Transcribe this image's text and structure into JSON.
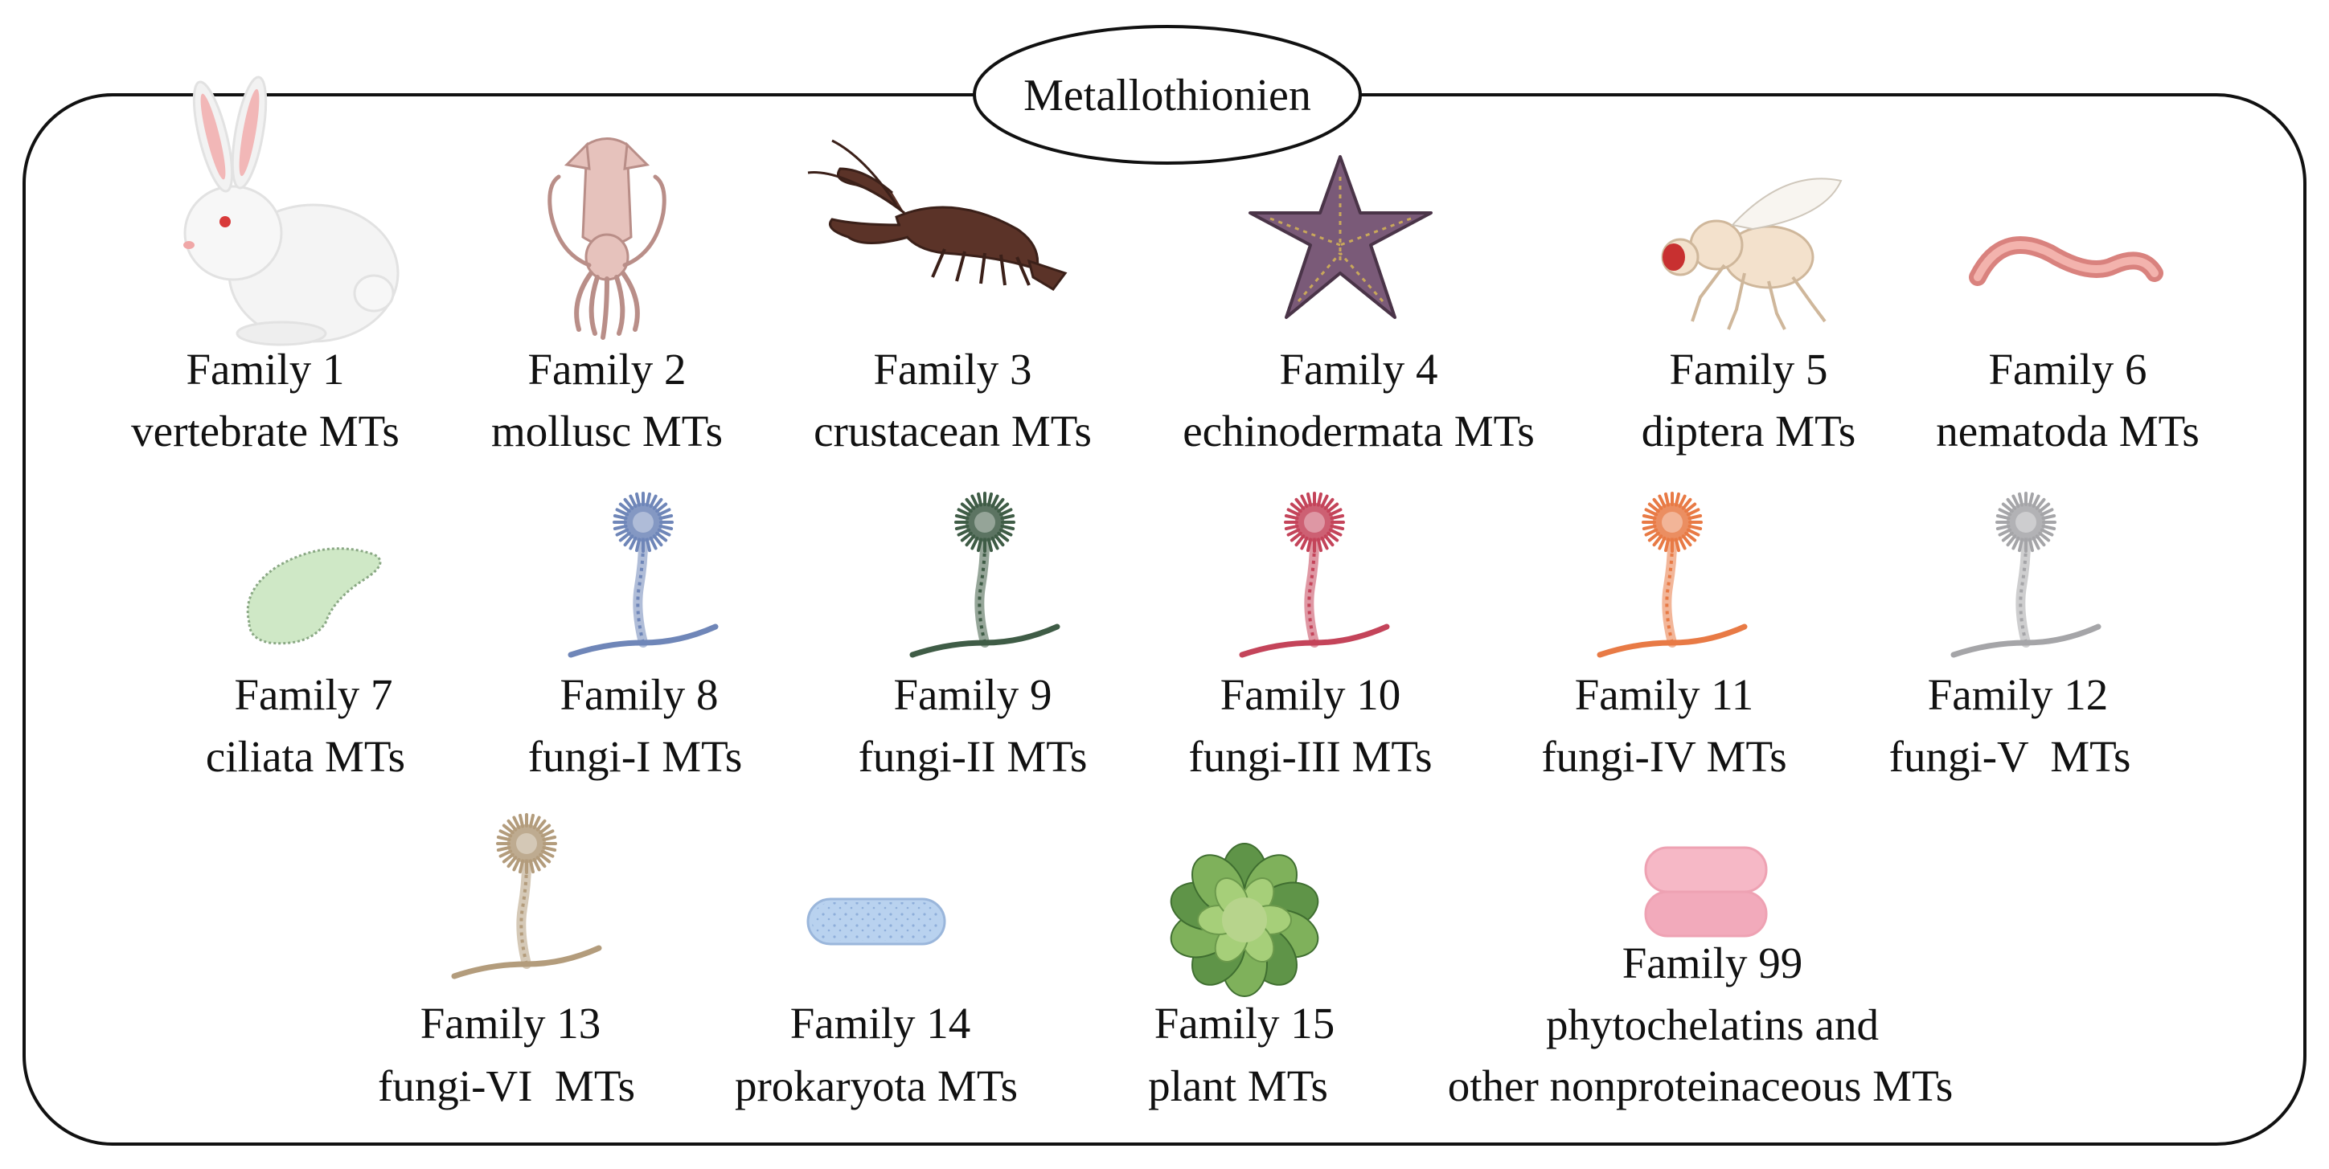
{
  "title": "Metallothionien",
  "families": [
    {
      "family": "Family 1",
      "group": "vertebrate MTs",
      "icon": "rabbit-icon"
    },
    {
      "family": "Family 2",
      "group": "mollusc MTs",
      "icon": "squid-icon"
    },
    {
      "family": "Family 3",
      "group": "crustacean MTs",
      "icon": "lobster-icon"
    },
    {
      "family": "Family 4",
      "group": "echinodermata MTs",
      "icon": "starfish-icon"
    },
    {
      "family": "Family 5",
      "group": "diptera MTs",
      "icon": "fly-icon"
    },
    {
      "family": "Family 6",
      "group": "nematoda MTs",
      "icon": "worm-icon"
    },
    {
      "family": "Family 7",
      "group": "ciliata MTs",
      "icon": "ciliate-icon"
    },
    {
      "family": "Family 8",
      "group": "fungi-I MTs",
      "icon": "fungus-icon",
      "color": "#6f86b8"
    },
    {
      "family": "Family 9",
      "group": "fungi-II MTs",
      "icon": "fungus-icon",
      "color": "#3f5c46"
    },
    {
      "family": "Family 10",
      "group": "fungi-III MTs",
      "icon": "fungus-icon",
      "color": "#c4445a"
    },
    {
      "family": "Family 11",
      "group": "fungi-IV MTs",
      "icon": "fungus-icon",
      "color": "#e87a45"
    },
    {
      "family": "Family 12",
      "group": "fungi-V  MTs",
      "icon": "fungus-icon",
      "color": "#a5a5a8"
    },
    {
      "family": "Family 13",
      "group": "fungi-VI  MTs",
      "icon": "fungus-icon",
      "color": "#b39c7c"
    },
    {
      "family": "Family 14",
      "group": "prokaryota MTs",
      "icon": "bacterium-icon"
    },
    {
      "family": "Family 15",
      "group": "plant MTs",
      "icon": "plant-rosette-icon"
    },
    {
      "family": "Family 99",
      "group": "phytochelatins and",
      "group2": "other nonproteinaceous MTs",
      "icon": "pill-icon"
    }
  ]
}
